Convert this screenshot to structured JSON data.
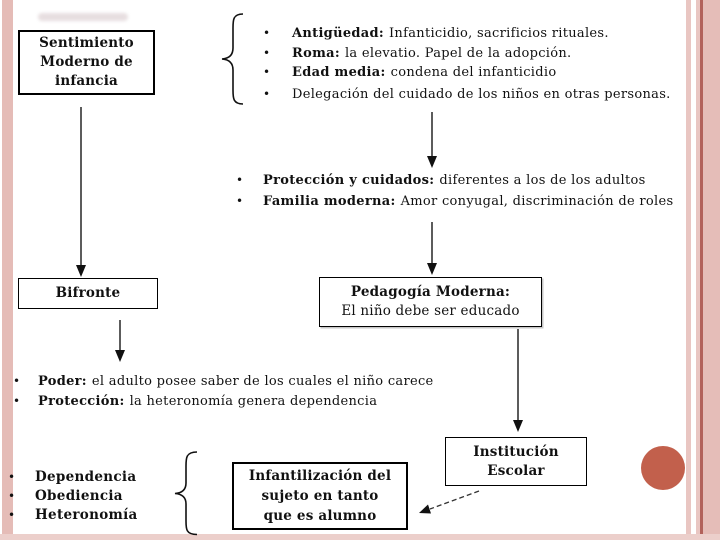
{
  "ui": {
    "bullet": "•"
  },
  "decor": {
    "left_stripe_color": "#E5BCB7",
    "right_thin_stripe_color": "#E9C6C2",
    "right_band_color": "#E5BDB8",
    "accent_line_color": "#B2625B",
    "bottom_band_color": "#ECCFCB",
    "circle_color": "#C2604C"
  },
  "boxes": {
    "sentimiento": {
      "lines": [
        "Sentimiento",
        "Moderno de",
        "infancia"
      ]
    },
    "bifronte": {
      "label": "Bifronte"
    },
    "pedagogia": {
      "title": "Pedagogía Moderna:",
      "subtitle": "El niño debe ser educado"
    },
    "institucion": {
      "lines": [
        "Institución",
        "Escolar"
      ]
    },
    "infantilizacion": {
      "lines": [
        "Infantilización del",
        "sujeto en tanto",
        "que es alumno"
      ]
    }
  },
  "lists": {
    "historia": {
      "items": [
        {
          "label": "Antigüedad:",
          "text": "Infanticidio, sacrificios rituales."
        },
        {
          "label": "Roma:",
          "text": "la elevatio. Papel de la adopción."
        },
        {
          "label": "Edad media:",
          "text": "condena del infanticidio"
        },
        {
          "label": "",
          "text": "Delegación del cuidado de los niños en otras personas."
        }
      ]
    },
    "moderna": {
      "items": [
        {
          "label": "Protección y cuidados:",
          "text": "diferentes a los de los adultos"
        },
        {
          "label": "Familia moderna:",
          "text": "Amor conyugal, discriminación de roles"
        }
      ]
    },
    "bifronte_rasgos": {
      "items": [
        {
          "label": "Poder:",
          "text": "el adulto posee saber de los cuales el niño carece"
        },
        {
          "label": "Protección:",
          "text": "la heteronomía genera dependencia"
        }
      ]
    },
    "alumno_rasgos": {
      "items": [
        {
          "label": "",
          "text": "Dependencia"
        },
        {
          "label": "",
          "text": "Obediencia"
        },
        {
          "label": "",
          "text": "Heteronomía"
        }
      ]
    }
  }
}
